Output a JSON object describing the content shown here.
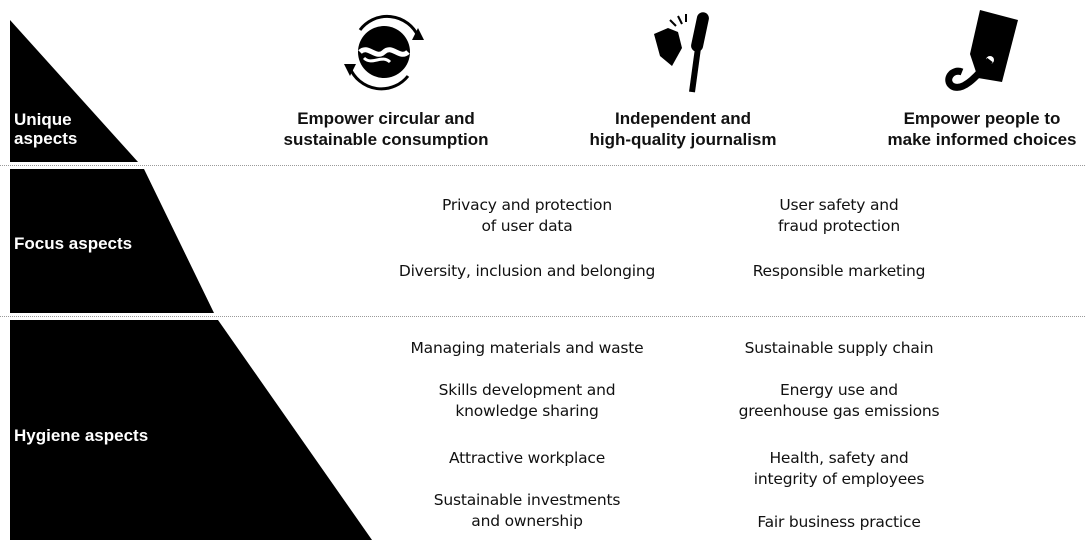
{
  "tiers": {
    "unique": {
      "label": "Unique\naspects",
      "items": [
        {
          "title": "Empower circular and\nsustainable consumption",
          "icon": "recycle-icon"
        },
        {
          "title": "Independent and\nhigh-quality journalism",
          "icon": "microphone-icon"
        },
        {
          "title": "Empower people to\nmake informed choices",
          "icon": "price-tag-icon"
        }
      ]
    },
    "focus": {
      "label": "Focus aspects",
      "left": [
        "Privacy and protection\nof user data",
        "Diversity, inclusion and belonging"
      ],
      "right": [
        "User safety and\nfraud protection",
        "Responsible marketing"
      ]
    },
    "hygiene": {
      "label": "Hygiene aspects",
      "left": [
        "Managing materials and waste",
        "Skills development and\nknowledge sharing",
        "Attractive workplace",
        "Sustainable investments\nand ownership"
      ],
      "right": [
        "Sustainable supply chain",
        "Energy use and\ngreenhouse gas emissions",
        "Health, safety and\nintegrity of employees",
        "Fair business practice"
      ]
    }
  },
  "colors": {
    "pyramid": "#000000",
    "text": "#111111",
    "separator": "#9a9a9a"
  }
}
